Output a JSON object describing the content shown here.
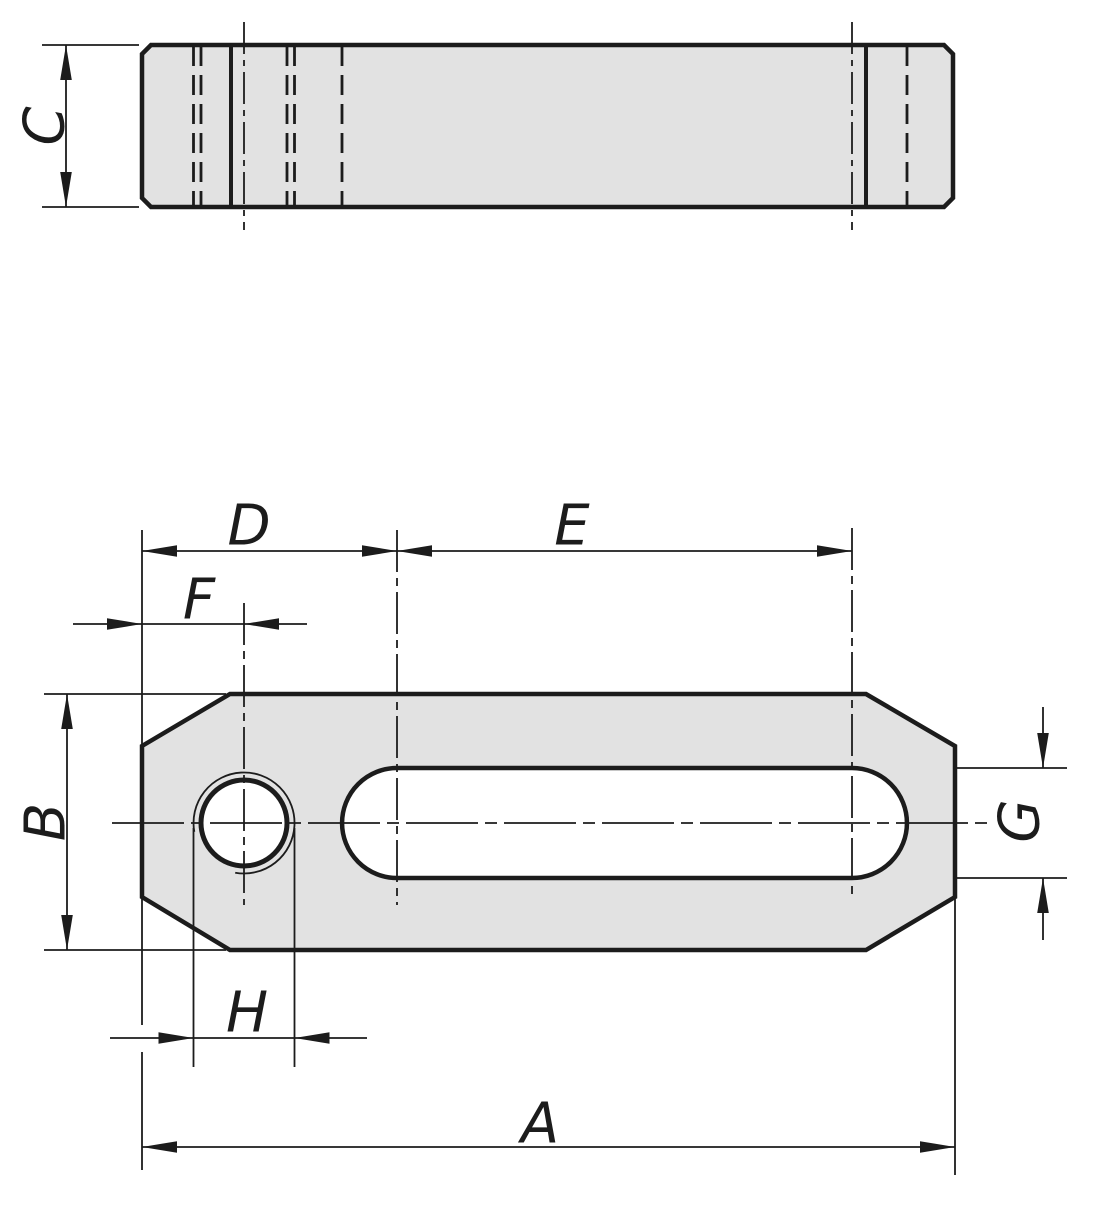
{
  "dim_labels": {
    "A": "A",
    "B": "B",
    "C": "C",
    "D": "D",
    "E": "E",
    "F": "F",
    "G": "G",
    "H": "H"
  },
  "colors": {
    "background": "#ffffff",
    "part_fill": "#e2e2e2",
    "line": "#1c1c1c"
  }
}
